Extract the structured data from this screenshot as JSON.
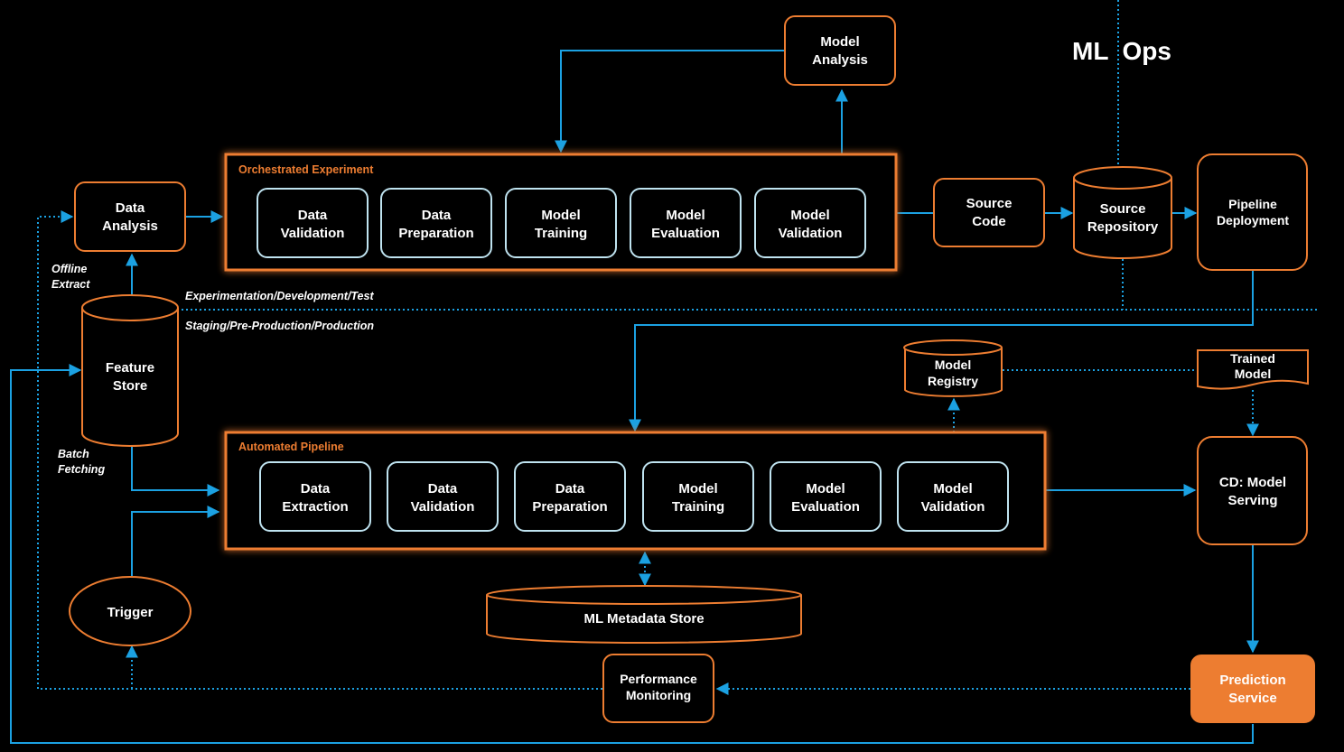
{
  "title": "ML  Ops",
  "colors": {
    "background": "#000000",
    "accent": "#ED7D31",
    "connector": "#1BA1E2",
    "node_border": "#BFE3F0"
  },
  "environments": {
    "dev": "Experimentation/Development/Test",
    "prod": "Staging/Pre-Production/Production"
  },
  "edge_labels": {
    "offline": [
      "Offline",
      "Extract"
    ],
    "batch": [
      "Batch",
      "Fetching"
    ]
  },
  "orchestrated_experiment": {
    "title": "Orchestrated Experiment",
    "steps": [
      [
        "Data",
        "Validation"
      ],
      [
        "Data",
        "Preparation"
      ],
      [
        "Model",
        "Training"
      ],
      [
        "Model",
        "Evaluation"
      ],
      [
        "Model",
        "Validation"
      ]
    ]
  },
  "automated_pipeline": {
    "title": "Automated Pipeline",
    "steps": [
      [
        "Data",
        "Extraction"
      ],
      [
        "Data",
        "Validation"
      ],
      [
        "Data",
        "Preparation"
      ],
      [
        "Model",
        "Training"
      ],
      [
        "Model",
        "Evaluation"
      ],
      [
        "Model",
        "Validation"
      ]
    ]
  },
  "nodes": {
    "model_analysis": [
      "Model",
      "Analysis"
    ],
    "data_analysis": [
      "Data",
      "Analysis"
    ],
    "source_code": [
      "Source",
      "Code"
    ],
    "source_repository": [
      "Source",
      "Repository"
    ],
    "pipeline_deployment": [
      "Pipeline",
      "Deployment"
    ],
    "feature_store": [
      "Feature",
      "Store"
    ],
    "model_registry": [
      "Model",
      "Registry"
    ],
    "trained_model": [
      "Trained",
      "Model"
    ],
    "cd_model_serving": [
      "CD: Model",
      "Serving"
    ],
    "trigger": [
      "Trigger"
    ],
    "ml_metadata_store": [
      "ML Metadata Store"
    ],
    "performance_monitoring": [
      "Performance",
      "Monitoring"
    ],
    "prediction_service": [
      "Prediction",
      "Service"
    ]
  }
}
